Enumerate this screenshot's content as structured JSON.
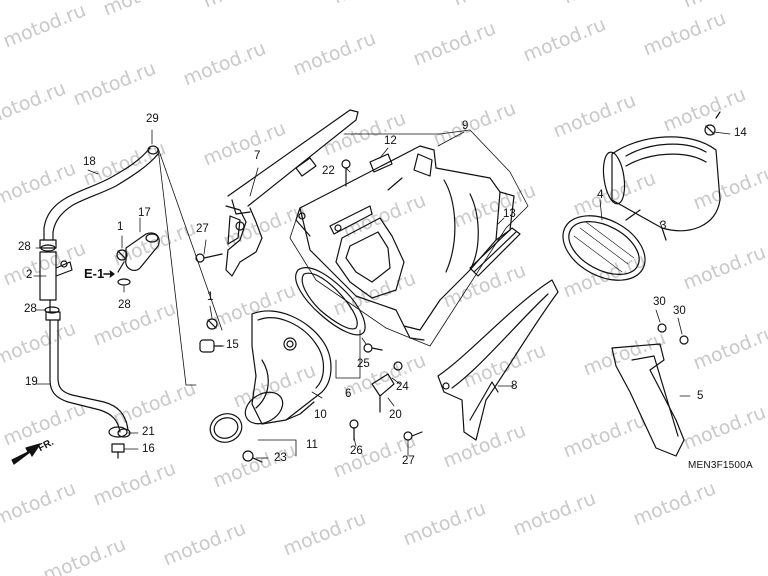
{
  "watermark": "motod.ru",
  "diagram_code": "MEN3F1500A",
  "direction_label": "FR.",
  "section_ref": "E-1",
  "callouts": [
    "1",
    "1",
    "2",
    "3",
    "4",
    "5",
    "6",
    "7",
    "8",
    "9",
    "10",
    "11",
    "12",
    "13",
    "14",
    "15",
    "16",
    "17",
    "18",
    "19",
    "20",
    "21",
    "22",
    "23",
    "24",
    "25",
    "26",
    "27",
    "27",
    "28",
    "28",
    "28",
    "29",
    "30",
    "30"
  ]
}
